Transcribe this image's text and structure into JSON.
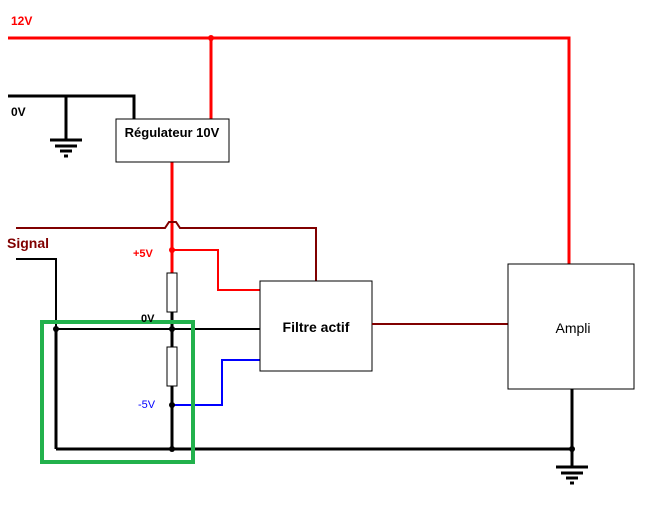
{
  "diagram": {
    "labels": {
      "supply_12v": "12V",
      "ground_0v": "0V",
      "signal": "Signal",
      "plus_5v": "+5V",
      "mid_0v": "0V",
      "minus_5v": "-5V"
    },
    "blocks": {
      "regulator": "Régulateur 10V",
      "filter": "Filtre actif",
      "amplifier": "Ampli"
    },
    "colors": {
      "supply_12v": "#ff0000",
      "signal": "#800000",
      "ground": "#000000",
      "minus_5v": "#0000ff",
      "highlight": "#22b14c"
    }
  }
}
